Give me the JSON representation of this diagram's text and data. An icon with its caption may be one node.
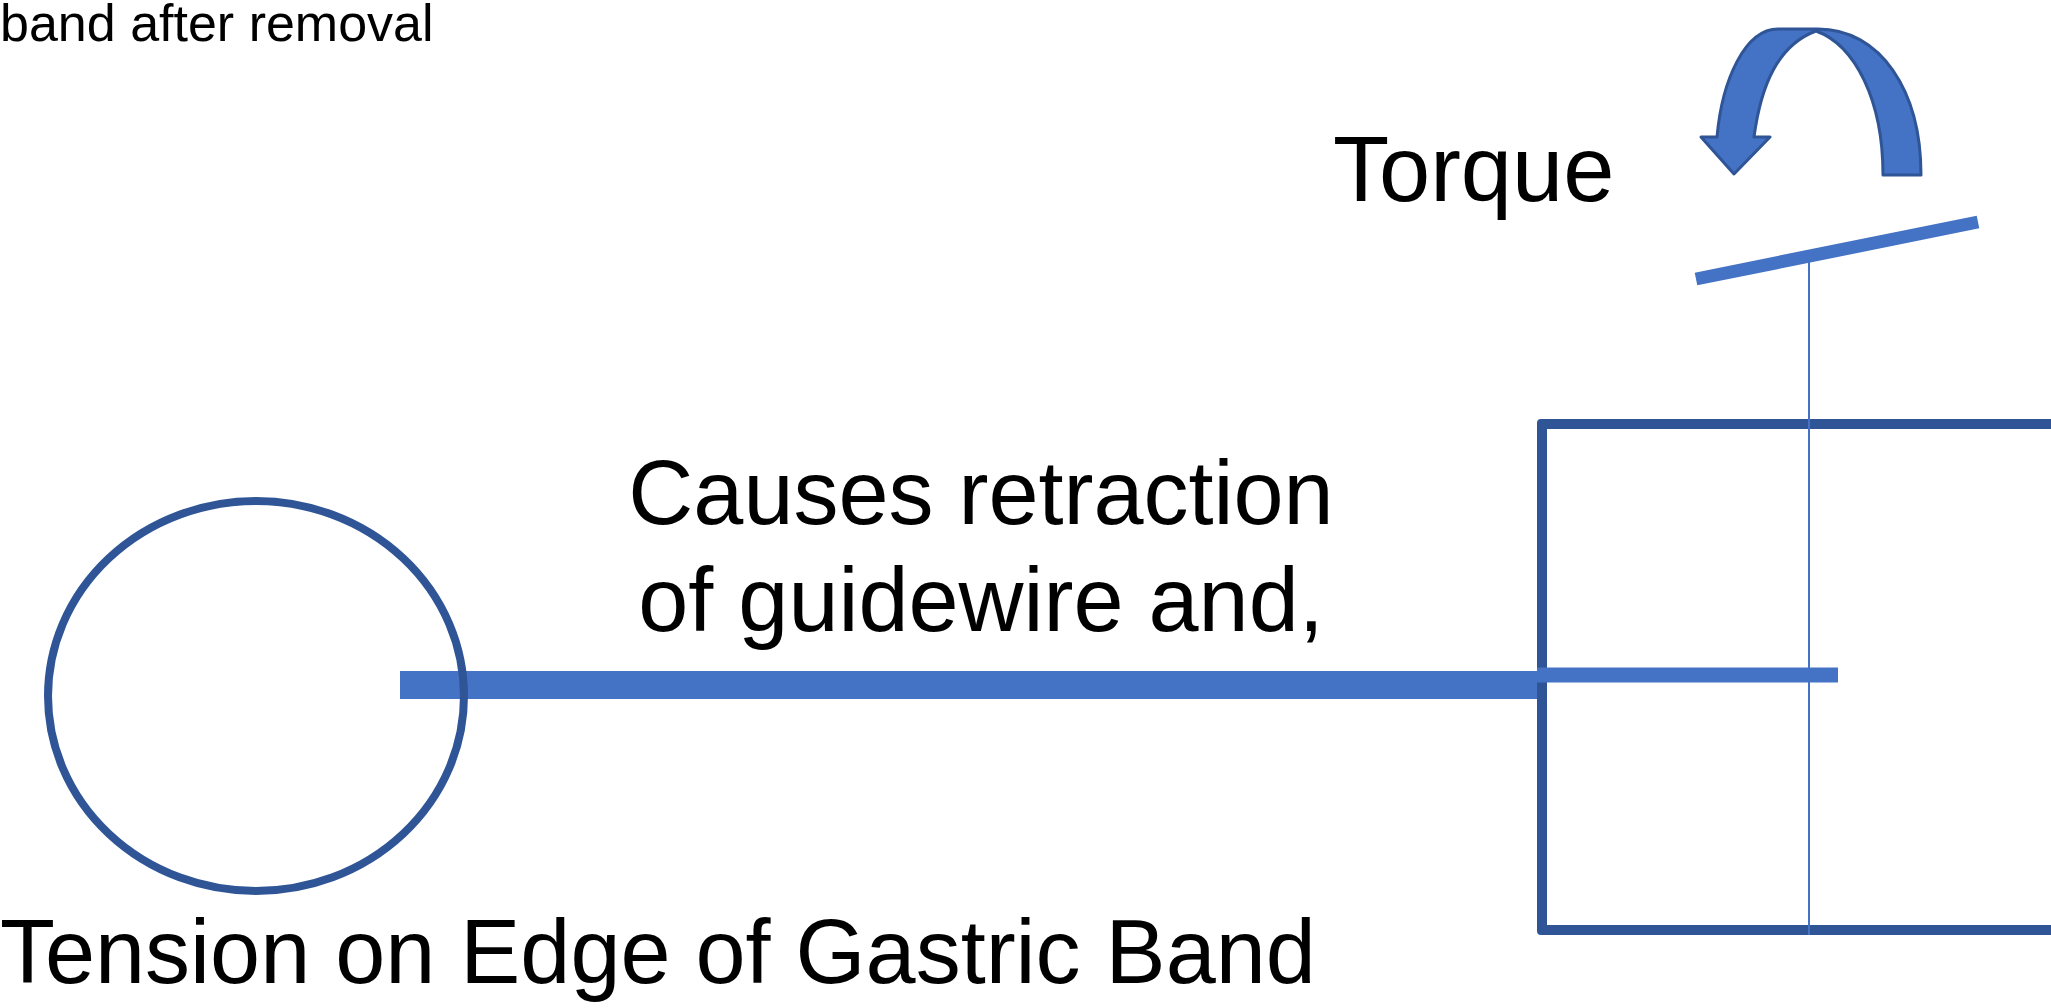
{
  "diagram": {
    "nodes": [
      {
        "text": [],
        "shape": "circle",
        "beside": [
          "Tension on Edge of Gastric Band"
        ]
      },
      {
        "text": [],
        "shape": "box"
      }
    ],
    "edges": [
      {
        "from": 0,
        "to": 1,
        "arrow": "none",
        "label": "Causes retraction of guidewire and,"
      }
    ],
    "labels": [
      "band after removal",
      "Torque"
    ]
  }
}
